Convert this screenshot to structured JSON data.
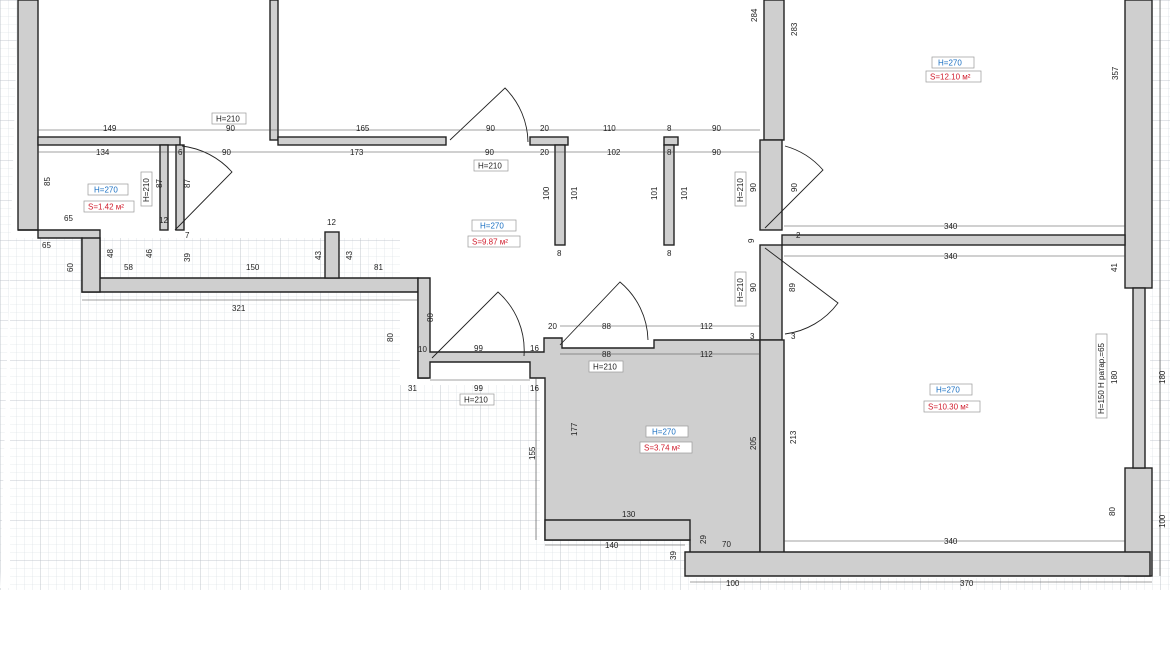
{
  "rooms": [
    {
      "id": "bathroom",
      "height": "H=270",
      "area": "S=1.42 м²"
    },
    {
      "id": "hall",
      "height": "H=270",
      "area": "S=9.87 м²"
    },
    {
      "id": "bedroom_top",
      "height": "H=270",
      "area": "S=12.10 м²"
    },
    {
      "id": "room_right",
      "height": "H=270",
      "area": "S=10.30 м²"
    },
    {
      "id": "kitchen_small",
      "height": "H=270",
      "area": "S=3.74 м²"
    }
  ],
  "door_heights": {
    "top_left": "H=210",
    "top_corridor": "H=210",
    "bath_door": "H=210",
    "right_upper": "H=210",
    "right_lower": "H=210",
    "mid_lower": "H=210",
    "bottom_left": "H=210"
  },
  "window_label": "H=150  Н ратар.=65",
  "dims": {
    "d149": "149",
    "d90a": "90",
    "d165": "165",
    "d90b": "90",
    "d20a": "20",
    "d110": "110",
    "d8a": "8",
    "d90c": "90",
    "d134": "134",
    "d6": "6",
    "d90d": "90",
    "d173": "173",
    "d90e": "90",
    "d20b": "20",
    "d102": "102",
    "d8b": "8",
    "d90f": "90",
    "d85": "85",
    "d87a": "87",
    "d87b": "87",
    "d65a": "65",
    "d12a": "12",
    "d12b": "12",
    "d7": "7",
    "d101a": "101",
    "d101b": "101",
    "d101c": "101",
    "d100a": "100",
    "d8c": "8",
    "d8d": "8",
    "d65b": "65",
    "d48": "48",
    "d46": "46",
    "d39a": "39",
    "d60": "60",
    "d58": "58",
    "d150": "150",
    "d43a": "43",
    "d43b": "43",
    "d81": "81",
    "d321": "321",
    "d80a": "80",
    "d80b": "80",
    "d10": "10",
    "d99a": "99",
    "d16a": "16",
    "d99b": "99",
    "d16b": "16",
    "d31": "31",
    "d20c": "20",
    "d88a": "88",
    "d112a": "112",
    "d88b": "88",
    "d112b": "112",
    "d3a": "3",
    "d3b": "3",
    "d284": "284",
    "d283": "283",
    "d357": "357",
    "d340a": "340",
    "d340b": "340",
    "d41": "41",
    "d180a": "180",
    "d180b": "180",
    "d9": "9",
    "d2": "2",
    "d90g": "90",
    "d90h": "90",
    "d89": "89",
    "d90i": "90",
    "d177": "177",
    "d205": "205",
    "d213": "213",
    "d155": "155",
    "d130": "130",
    "d140": "140",
    "d29": "29",
    "d70": "70",
    "d39b": "39",
    "d80c": "80",
    "d100b": "100",
    "d340c": "340",
    "d100c": "100",
    "d370": "370"
  }
}
